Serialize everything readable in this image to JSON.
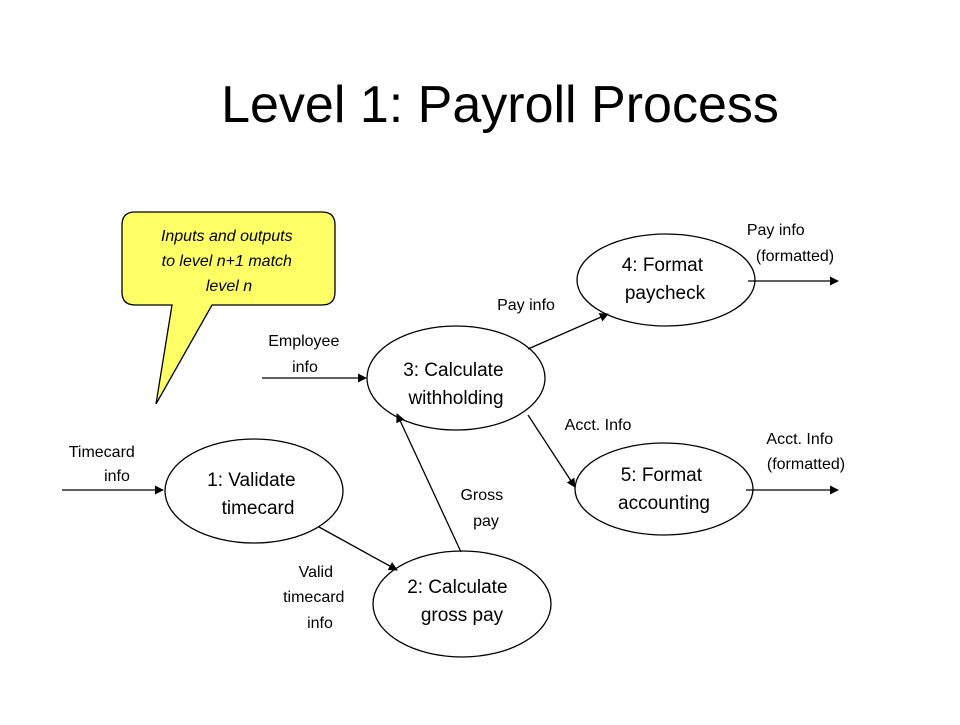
{
  "title": "Level 1: Payroll Process",
  "colors": {
    "callout_fill": "#ffff66",
    "stroke": "#000000",
    "background": "#ffffff"
  },
  "callout": {
    "lines": [
      "Inputs and outputs",
      "to level n+1 match",
      "level n"
    ]
  },
  "processes": [
    {
      "id": "p1",
      "lines": [
        "1: Validate",
        "timecard"
      ]
    },
    {
      "id": "p2",
      "lines": [
        "2: Calculate",
        "gross pay"
      ]
    },
    {
      "id": "p3",
      "lines": [
        "3: Calculate",
        "withholding"
      ]
    },
    {
      "id": "p4",
      "lines": [
        "4: Format",
        "paycheck"
      ]
    },
    {
      "id": "p5",
      "lines": [
        "5: Format",
        "accounting"
      ]
    }
  ],
  "flows": [
    {
      "id": "timecard-info",
      "lines": [
        "Timecard",
        "info"
      ]
    },
    {
      "id": "employee-info",
      "lines": [
        "Employee",
        "info"
      ]
    },
    {
      "id": "valid-timecard-info",
      "lines": [
        "Valid",
        "timecard",
        "info"
      ]
    },
    {
      "id": "gross-pay",
      "lines": [
        "Gross",
        "pay"
      ]
    },
    {
      "id": "pay-info",
      "lines": [
        "Pay info"
      ]
    },
    {
      "id": "acct-info",
      "lines": [
        "Acct. Info"
      ]
    },
    {
      "id": "pay-info-formatted",
      "lines": [
        "Pay info",
        "(formatted)"
      ]
    },
    {
      "id": "acct-info-formatted",
      "lines": [
        "Acct. Info",
        "(formatted)"
      ]
    }
  ]
}
